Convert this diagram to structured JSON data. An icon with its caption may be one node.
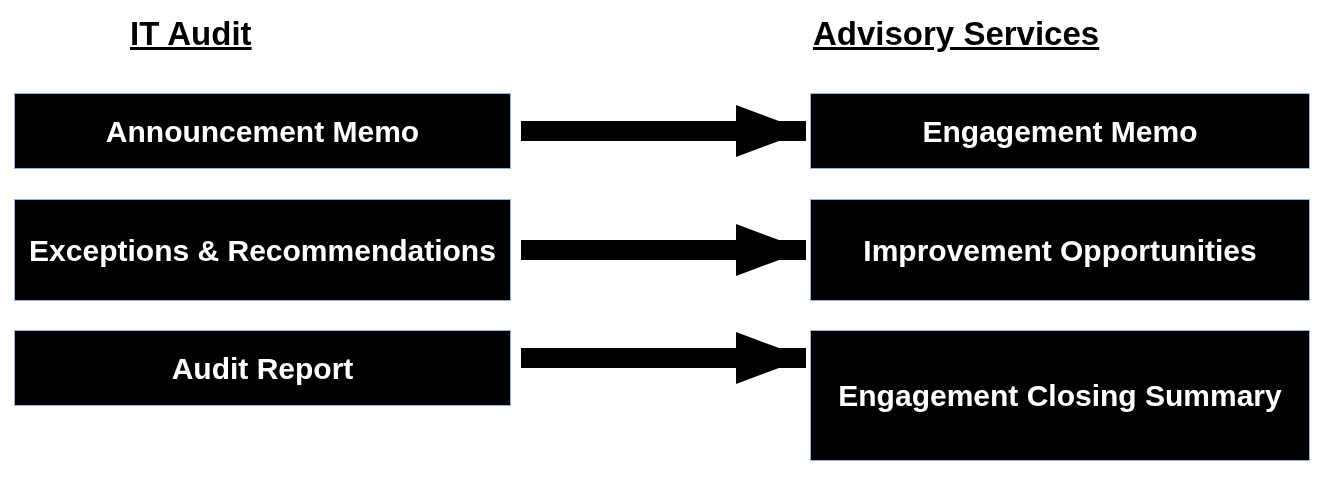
{
  "diagram": {
    "nodes": [
      {
        "text": [
          "Announcement Memo"
        ]
      },
      {
        "text": [
          "Exceptions & Recommendations"
        ]
      },
      {
        "text": [
          "Audit Report"
        ]
      },
      {
        "text": [
          "Engagement Memo"
        ]
      },
      {
        "text": [
          "Improvement Opportunities"
        ]
      },
      {
        "text": [
          "Engagement Closing Summary"
        ]
      }
    ],
    "edges": [
      {
        "from": 0,
        "to": 3,
        "arrow": "to"
      },
      {
        "from": 1,
        "to": 4,
        "arrow": "to"
      },
      {
        "from": 2,
        "to": 5,
        "arrow": "to"
      }
    ],
    "labels": [
      "IT Audit",
      "Advisory Services"
    ]
  }
}
